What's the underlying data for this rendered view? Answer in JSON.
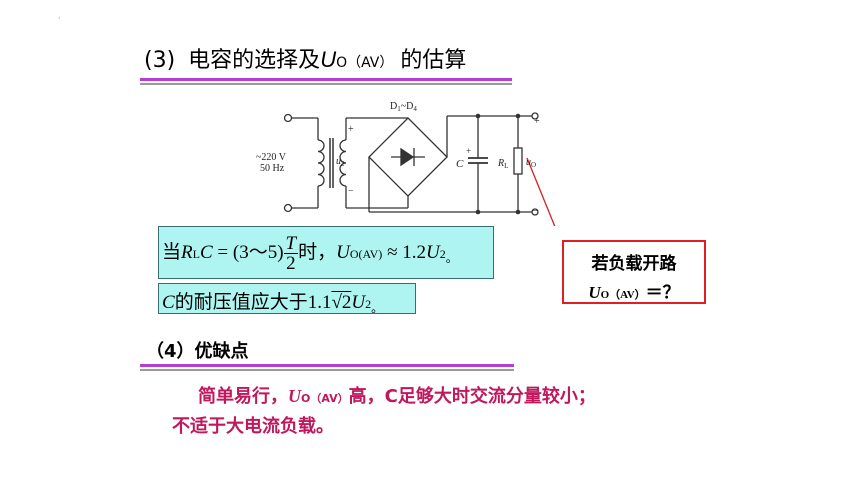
{
  "dot": "·",
  "section3": {
    "num": "(3)",
    "text": "电容的选择及",
    "sym": "U",
    "sub": "O（AV）",
    "tail": "的估算"
  },
  "circuit": {
    "source_v": "~220 V",
    "source_f": "50 Hz",
    "u2": "u",
    "u2_sub": "2",
    "plus": "+",
    "minus": "−",
    "d_label": "D",
    "d_sub1": "1",
    "d_tilde": "~D",
    "d_sub4": "4",
    "cap": "C",
    "rl": "R",
    "rl_sub": "L",
    "uo": "u",
    "uo_sub": "O"
  },
  "formula1": {
    "pre": "当",
    "rl": "R",
    "rl_sub": "L",
    "c": "C",
    "eq": " = (3～5)",
    "num": "T",
    "den": "2",
    "mid": "时，",
    "uo": "U",
    "uo_sub": "O(AV)",
    "approx": " ≈ 1.2",
    "u2": "U",
    "u2_sub": "2",
    "end": "。"
  },
  "formula2": {
    "c": "C",
    "text": "的耐压值应大于1.1",
    "sqrt": "√2",
    "u2": "U",
    "u2_sub": "2",
    "end": "。"
  },
  "callout": {
    "line1": "若负载开路",
    "uo": "U",
    "uo_sub": "O（AV）",
    "tail": "＝？"
  },
  "section4": {
    "title": "（4）优缺点"
  },
  "pros": {
    "pre": "简单易行，",
    "uo": "U",
    "uo_sub": "O（AV）",
    "post": "高，C足够大时交流分量较小；",
    "line2": "不适于大电流负载。"
  }
}
